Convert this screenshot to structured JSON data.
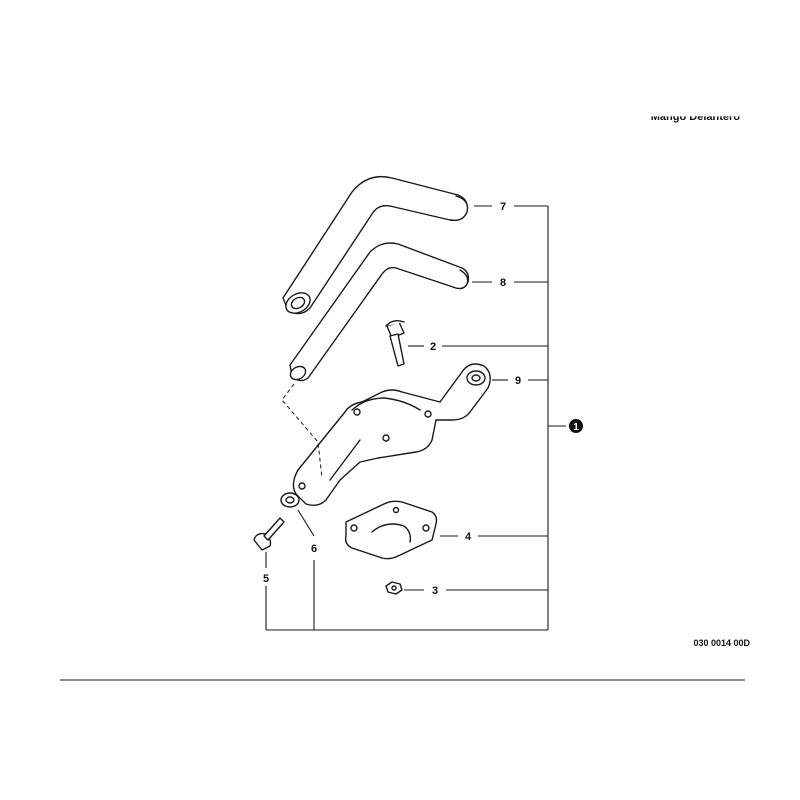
{
  "diagram": {
    "title": "Mango Delantero",
    "drawing_code": "030 0014 00D",
    "assembly_label": "1",
    "parts": [
      {
        "id": "p7",
        "label": "7"
      },
      {
        "id": "p8",
        "label": "8"
      },
      {
        "id": "p2",
        "label": "2"
      },
      {
        "id": "p9",
        "label": "9"
      },
      {
        "id": "p4",
        "label": "4"
      },
      {
        "id": "p3",
        "label": "3"
      },
      {
        "id": "p6",
        "label": "6"
      },
      {
        "id": "p5",
        "label": "5"
      }
    ],
    "colors": {
      "ink": "#1a1a1a",
      "background": "#ffffff"
    }
  }
}
